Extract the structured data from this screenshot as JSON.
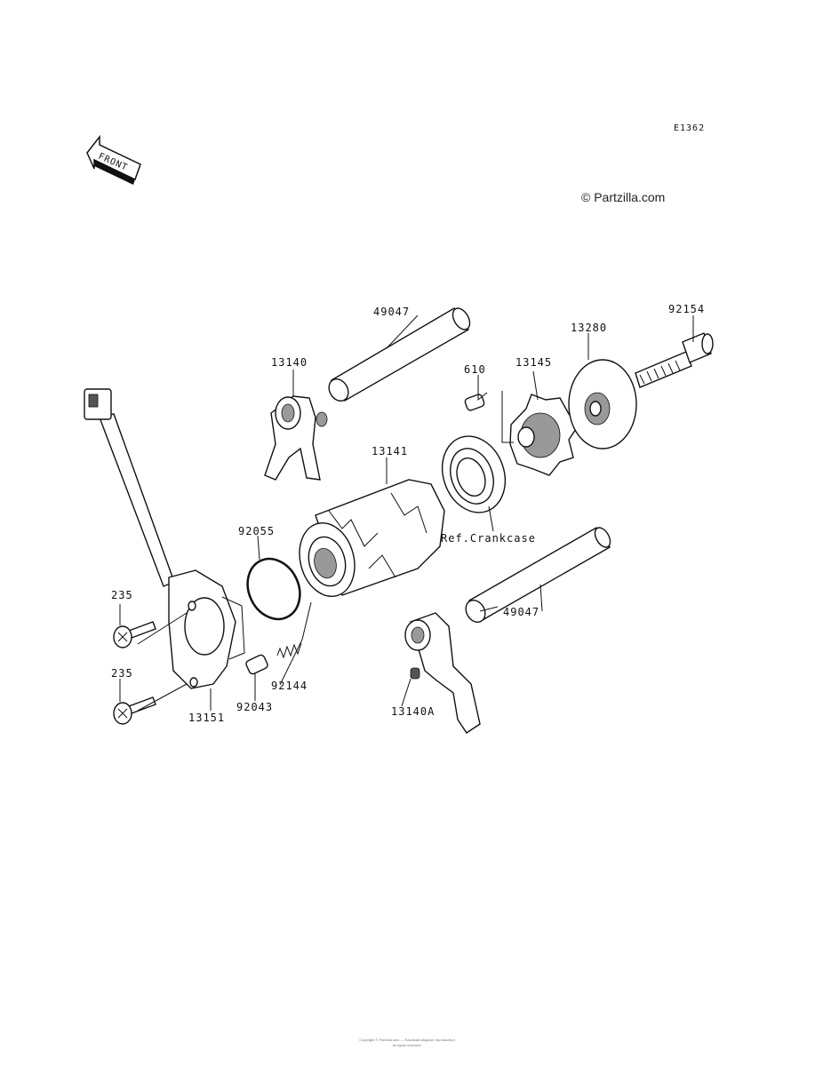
{
  "header": {
    "diagram_code": "E1362",
    "watermark": "© Partzilla.com",
    "front_label": "FRONT"
  },
  "parts": [
    {
      "id": "p1",
      "label": "49047"
    },
    {
      "id": "p2",
      "label": "13140"
    },
    {
      "id": "p3",
      "label": "610"
    },
    {
      "id": "p4",
      "label": "13145"
    },
    {
      "id": "p5",
      "label": "13280"
    },
    {
      "id": "p6",
      "label": "92154"
    },
    {
      "id": "p7",
      "label": "13141"
    },
    {
      "id": "p8",
      "label": "92055"
    },
    {
      "id": "p9",
      "label": "Ref.Crankcase"
    },
    {
      "id": "p10",
      "label": "235"
    },
    {
      "id": "p11",
      "label": "49047"
    },
    {
      "id": "p12",
      "label": "235"
    },
    {
      "id": "p13",
      "label": "92144"
    },
    {
      "id": "p14",
      "label": "92043"
    },
    {
      "id": "p15",
      "label": "13151"
    },
    {
      "id": "p16",
      "label": "13140A"
    }
  ],
  "footer": {
    "line1": "Copyright © Partzilla.com — Kawasaki diagram reproduction",
    "line2": "All rights reserved."
  }
}
